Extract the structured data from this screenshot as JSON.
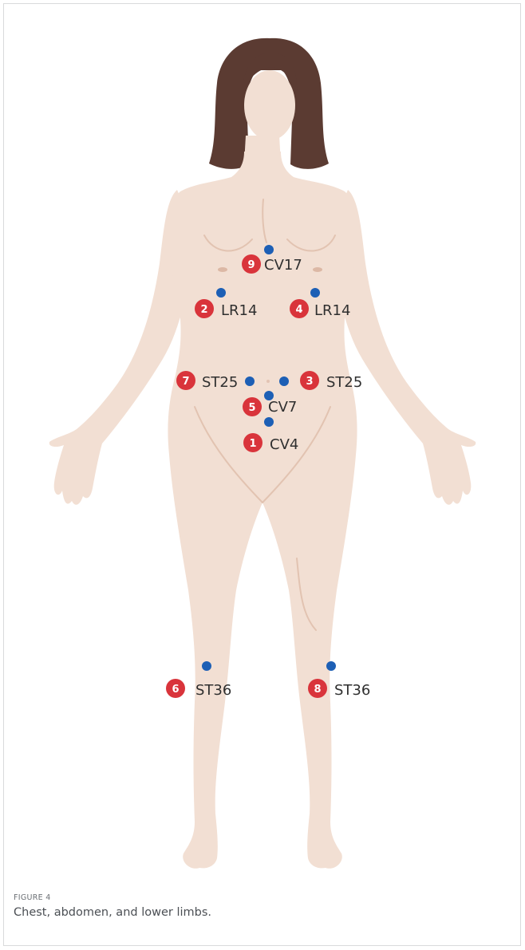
{
  "caption": {
    "label": "FIGURE 4",
    "text": "Chest, abdomen, and lower limbs."
  },
  "colors": {
    "skin": "#f2dfd3",
    "skin_shadow": "#e7cbbb",
    "hair": "#5b3b32",
    "acupoint_dot": "#1d5fb5",
    "badge": "#d9343b"
  },
  "points": [
    {
      "number": "9",
      "name": "CV17"
    },
    {
      "number": "2",
      "name": "LR14"
    },
    {
      "number": "4",
      "name": "LR14"
    },
    {
      "number": "7",
      "name": "ST25"
    },
    {
      "number": "3",
      "name": "ST25"
    },
    {
      "number": "5",
      "name": "CV7"
    },
    {
      "number": "1",
      "name": "CV4"
    },
    {
      "number": "6",
      "name": "ST36"
    },
    {
      "number": "8",
      "name": "ST36"
    }
  ]
}
